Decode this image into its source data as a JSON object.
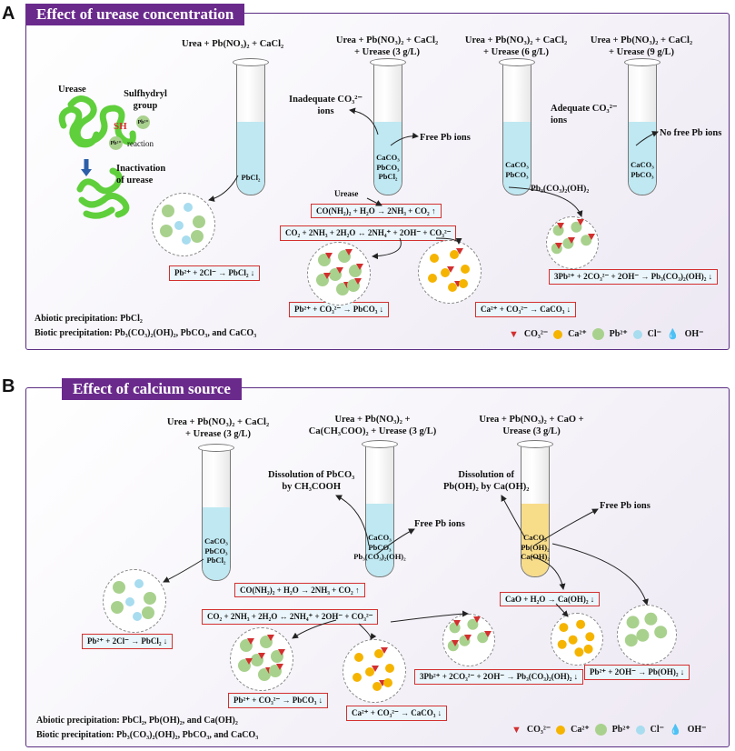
{
  "panelA": {
    "letter": "A",
    "title": "Effect of urease concentration",
    "tubes": [
      {
        "label": "Urea + Pb(NO₃)₂ + CaCl₂",
        "contents": "PbCl₂"
      },
      {
        "label": "Urea + Pb(NO₃)₂ + CaCl₂\n+ Urease (3 g/L)",
        "contents": "CaCO₃\nPbCO₃\nPbCl₂"
      },
      {
        "label": "Urea + Pb(NO₃)₂ + CaCl₂\n+ Urease (6 g/L)",
        "contents": "CaCO₃\nPbCO₃"
      },
      {
        "label": "Urea + Pb(NO₃)₂ + CaCl₂\n+ Urease (9 g/L)",
        "contents": "CaCO₃\nPbCO₃"
      }
    ],
    "urease_label": "Urease",
    "sulfhydryl_label": "Sulfhydryl\ngroup",
    "sh_label": "SH",
    "reaction_label": "reaction",
    "pb_ion": "Pb²⁺",
    "inactivation_label": "Inactivation\nof urease",
    "inadequate_label": "Inadequate CO₃²⁻\nions",
    "adequate_label": "Adequate CO₃²⁻\nions",
    "free_pb_label": "Free Pb ions",
    "no_free_pb_label": "No free Pb ions",
    "pb3_label": "Pb₃(CO₃)₂(OH)₂",
    "urease_arrow_label": "Urease",
    "co3_small": "CO₃²⁻",
    "eq_pbcl2": "Pb²⁺ + 2Cl⁻ → PbCl₂ ↓",
    "eq_urea": "CO(NH₂)₂ + H₂O → 2NH₃ + CO₂ ↑",
    "eq_co2": "CO₂ + 2NH₃ + 2H₂O ↔ 2NH₄⁺ + 2OH⁻ + CO₃²⁻",
    "eq_pbco3": "Pb²⁺ + CO₃²⁻ → PbCO₃ ↓",
    "eq_caco3": "Ca²⁺ + CO₃²⁻ → CaCO₃ ↓",
    "eq_pb3": "3Pb²⁺ + 2CO₃²⁻ + 2OH⁻ → Pb₃(CO₃)₂(OH)₂ ↓",
    "abiotic": "Abiotic precipitation: PbCl₂",
    "biotic": "Biotic precipitation: Pb₃(CO₃)₂(OH)₂, PbCO₃, and CaCO₃"
  },
  "panelB": {
    "letter": "B",
    "title": "Effect of calcium source",
    "tubes": [
      {
        "label": "Urea + Pb(NO₃)₂ + CaCl₂\n+ Urease (3 g/L)",
        "contents": "CaCO₃\nPbCO₃\nPbCl₂"
      },
      {
        "label": "Urea + Pb(NO₃)₂ +\nCa(CH₃COO)₂ + Urease (3 g/L)",
        "contents": "CaCO₃\nPbCO₃\nPb₃(CO₃)₂(OH)₂"
      },
      {
        "label": "Urea + Pb(NO₃)₂ + CaO +\nUrease (3 g/L)",
        "contents": "CaCO₃\nPb(OH)₂\nCa(OH)₂"
      }
    ],
    "dissolution1": "Dissolution of PbCO₃\nby CH₃COOH",
    "dissolution2": "Dissolution of\nPb(OH)₂ by Ca(OH)₂",
    "free_pb_label": "Free Pb ions",
    "oh_small": "OH⁻",
    "co3_small": "CO₃²⁻",
    "eq_pbcl2": "Pb²⁺ + 2Cl⁻ → PbCl₂ ↓",
    "eq_urea": "CO(NH₂)₂ + H₂O → 2NH₃ + CO₂ ↑",
    "eq_co2": "CO₂ + 2NH₃ + 2H₂O ↔ 2NH₄⁺ + 2OH⁻ + CO₃²⁻",
    "eq_cao": "CaO + H₂O → Ca(OH)₂ ↓",
    "eq_pbco3": "Pb²⁺ + CO₃²⁻ → PbCO₃ ↓",
    "eq_caco3": "Ca²⁺ + CO₃²⁻ → CaCO₃ ↓",
    "eq_pb3": "3Pb²⁺ + 2CO₃²⁻ + 2OH⁻ → Pb₃(CO₃)₂(OH)₂ ↓",
    "eq_pboh": "Pb²⁺ + 2OH⁻ → Pb(OH)₂ ↓",
    "abiotic": "Abiotic precipitation: PbCl₂, Pb(OH)₂, and Ca(OH)₂",
    "biotic": "Biotic precipitation: Pb₃(CO₃)₂(OH)₂, PbCO₃, and CaCO₃"
  },
  "legend": {
    "co3": "CO₃²⁻",
    "ca": "Ca²⁺",
    "pb": "Pb²⁺",
    "cl": "Cl⁻",
    "oh": "OH⁻"
  },
  "colors": {
    "title_bg": "#6a2a8c",
    "eq_border": "#d32f2f",
    "liquid_blue": "#bfe8f2",
    "liquid_yellow": "#f7dc8a",
    "pb_green": "#a9d18e",
    "ca_orange": "#f5b400",
    "cl_blue": "#a8dcef",
    "co3_red": "#d32f2f",
    "urease_green": "#5fcf3c"
  }
}
